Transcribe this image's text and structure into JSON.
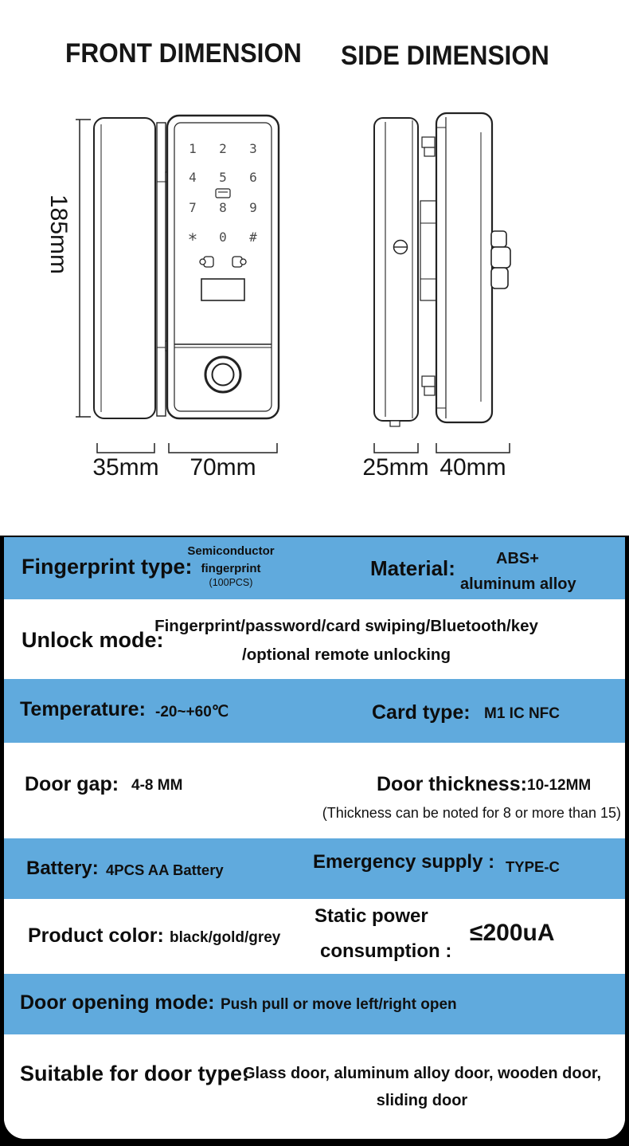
{
  "colors": {
    "accent_blue": "#60aadd",
    "frame": "#000000",
    "ink": "#111111"
  },
  "diagrams": {
    "front": {
      "title": "FRONT DIMENSION",
      "height_label": "185mm",
      "width_labels": {
        "left": "35mm",
        "right": "70mm"
      },
      "keypad": [
        "1",
        "2",
        "3",
        "4",
        "5",
        "6",
        "7",
        "8",
        "9",
        "*",
        "0",
        "#"
      ]
    },
    "side": {
      "title": "SIDE DIMENSION",
      "width_labels": {
        "left": "25mm",
        "right": "40mm"
      }
    }
  },
  "specs": {
    "fingerprint": {
      "label": "Fingerprint type:",
      "value_lines": [
        "Semiconductor",
        "fingerprint",
        "(100PCS)"
      ]
    },
    "material": {
      "label": "Material:",
      "value_lines": [
        "ABS+",
        "aluminum alloy"
      ]
    },
    "unlock": {
      "label": "Unlock mode:",
      "value_lines": [
        "Fingerprint/password/card swiping/Bluetooth/key",
        "/optional remote unlocking"
      ]
    },
    "temperature": {
      "label": "Temperature:",
      "value": "-20~+60℃"
    },
    "card": {
      "label": "Card type:",
      "value": "M1 IC NFC"
    },
    "door_gap": {
      "label": "Door gap:",
      "value": "4-8 MM"
    },
    "door_thickness": {
      "label": "Door thickness:",
      "value": "10-12MM",
      "note": "(Thickness can be noted for 8 or more than 15)"
    },
    "battery": {
      "label": "Battery:",
      "value": "4PCS AA Battery"
    },
    "emergency": {
      "label": "Emergency supply :",
      "value": "TYPE-C"
    },
    "product_color": {
      "label": "Product color:",
      "value": "black/gold/grey"
    },
    "static_power": {
      "label_lines": [
        "Static power",
        "consumption :"
      ],
      "value": "≤200uA"
    },
    "door_opening": {
      "label": "Door opening mode:",
      "value": "Push pull or move left/right open"
    },
    "door_type": {
      "label": "Suitable for door type:",
      "value_lines": [
        "Glass door, aluminum alloy door, wooden door,",
        "sliding door"
      ]
    }
  }
}
